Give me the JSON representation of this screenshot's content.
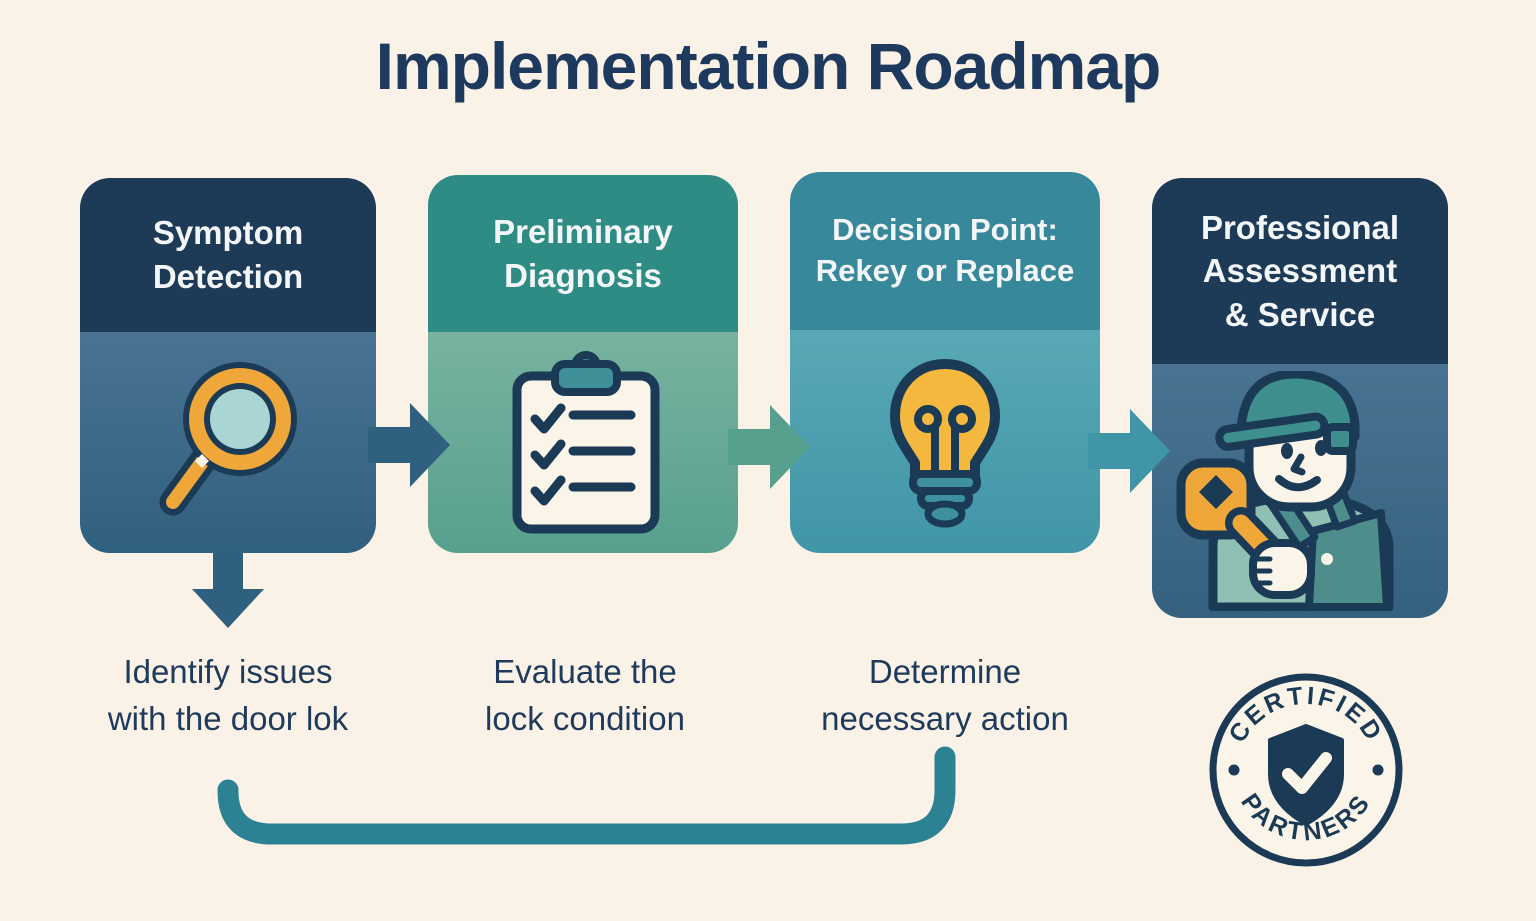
{
  "title": "Implementation Roadmap",
  "steps": [
    {
      "header": "Symptom\nDetection",
      "caption": "Identify issues\nwith the door lok",
      "icon": "magnifier-icon",
      "header_color": "#1d3a57",
      "body_color": "#3e6a8a"
    },
    {
      "header": "Preliminary\nDiagnosis",
      "caption": "Evaluate the\nlock condition",
      "icon": "clipboard-checklist-icon",
      "header_color": "#2f8c84",
      "body_color": "#6fae9b"
    },
    {
      "header": "Decision Point:\nRekey or Replace",
      "caption": "Determine\nnecessary action",
      "icon": "lightbulb-icon",
      "header_color": "#37889b",
      "body_color": "#4fa0b0"
    },
    {
      "header": "Professional\nAssessment\n& Service",
      "icon": "technician-with-key-icon",
      "header_color": "#1d3a57",
      "body_color": "#3e6a8a"
    }
  ],
  "badge": {
    "top_text": "CERTIFIED",
    "bottom_text": "PARTNERS",
    "icon": "shield-check-icon"
  },
  "colors": {
    "background": "#faf2e6",
    "navy": "#1b3a55",
    "steel_blue_arrow": "#30607f",
    "sage_arrow": "#57a08e",
    "teal_arrow": "#4095a7",
    "connector_teal": "#2c8293",
    "orange": "#f0a73a",
    "bulb_yellow": "#f5b83e",
    "lens_blue": "#a9d6d4",
    "cream": "#fbf4e9"
  }
}
